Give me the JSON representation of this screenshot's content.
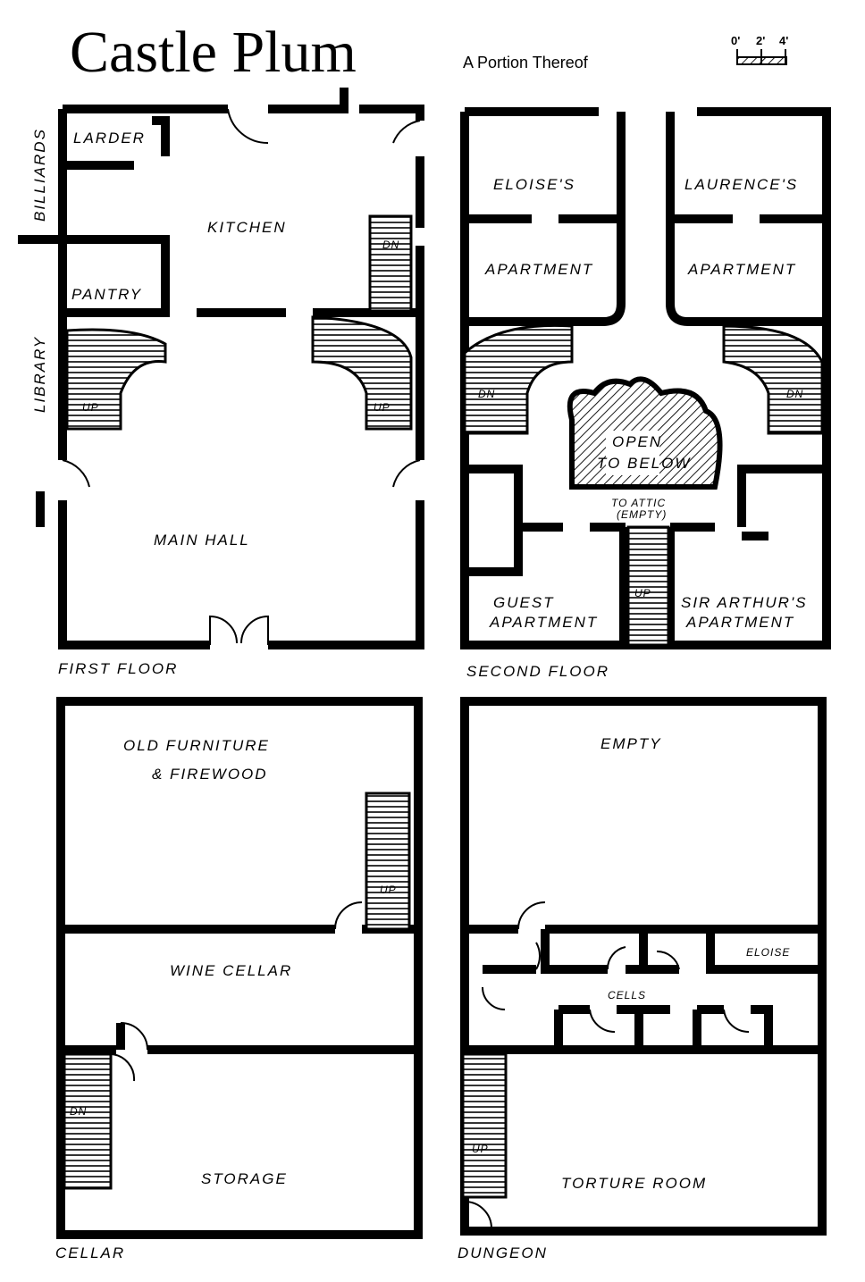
{
  "title": "Castle Plum",
  "subtitle": "A Portion Thereof",
  "scale": {
    "ticks": [
      "0'",
      "2'",
      "4'"
    ]
  },
  "first_floor": {
    "label": "FIRST FLOOR",
    "side_labels": [
      "BILLIARDS",
      "LIBRARY"
    ],
    "rooms": [
      "LARDER",
      "KITCHEN",
      "PANTRY",
      "MAIN HALL"
    ],
    "stairs": [
      "DN",
      "UP",
      "UP"
    ]
  },
  "second_floor": {
    "label": "SECOND FLOOR",
    "rooms": [
      "ELOISE'S",
      "APARTMENT",
      "LAURENCE'S",
      "APARTMENT",
      "OPEN",
      "TO BELOW",
      "GUEST",
      "APARTMENT",
      "SIR ARTHUR'S",
      "APARTMENT"
    ],
    "attic": [
      "TO ATTIC",
      "(EMPTY)"
    ],
    "stairs": [
      "DN",
      "DN",
      "UP"
    ]
  },
  "cellar": {
    "label": "CELLAR",
    "rooms": [
      "OLD FURNITURE",
      "& FIREWOOD",
      "WINE CELLAR",
      "STORAGE"
    ],
    "stairs": [
      "UP",
      "DN"
    ]
  },
  "dungeon": {
    "label": "DUNGEON",
    "rooms": [
      "EMPTY",
      "CELLS",
      "ELOISE",
      "TORTURE ROOM"
    ],
    "stairs": [
      "UP"
    ]
  }
}
